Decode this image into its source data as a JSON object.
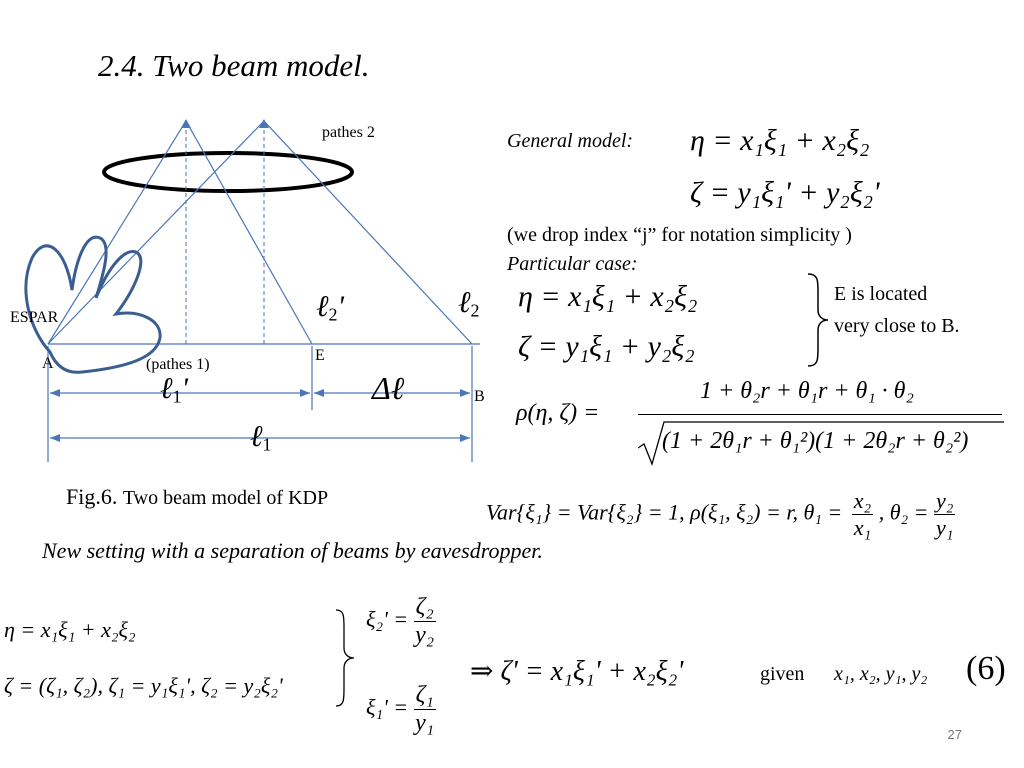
{
  "slide": {
    "title": "2.4. Two beam model.",
    "page_number": "27"
  },
  "diagram": {
    "paths2_label": "pathes 2",
    "paths1_label": "(pathes 1)",
    "espar_label": "ESPAR",
    "point_a": "A",
    "point_e": "E",
    "point_b": "B",
    "l2prime": "ℓ",
    "l2prime_sub": "2",
    "l2prime_mark": "'",
    "l2": "ℓ",
    "l2_sub": "2",
    "l1prime": "ℓ",
    "l1prime_sub": "1",
    "l1prime_mark": "'",
    "delta_l": "Δℓ",
    "l1": "ℓ",
    "l1_sub": "1"
  },
  "caption": {
    "fig_label": "Fig.6.",
    "fig_text": "Two beam model of KDP"
  },
  "model": {
    "general_label": "General model:",
    "general_eq1": "η = x₁ξ₁ + x₂ξ₂",
    "general_eq2": "ζ = y₁ξ₁' + y₂ξ₂'",
    "drop_index_note": "(we drop index “j” for notation simplicity )",
    "particular_label": "Particular case:",
    "particular_eq1": "η = x₁ξ₁ + x₂ξ₂",
    "particular_eq2": "ζ = y₁ξ₁ + y₂ξ₂",
    "e_note_line1": "E is located",
    "e_note_line2": "very close to B.",
    "rho_lhs": "ρ(η, ζ) =",
    "rho_num": "1 + θ₂r + θ₁r + θ₁ · θ₂",
    "rho_den": "(1 + 2θ₁r + θ₁²)(1 + 2θ₂r + θ₂²)",
    "var_line": "Var{ξ₁} = Var{ξ₂} = 1, ρ(ξ₁, ξ₂) = r, θ₁ =",
    "theta1_num": "x₂",
    "theta1_den": "x₁",
    "theta2_lhs": ", θ₂ =",
    "theta2_num": "y₂",
    "theta2_den": "y₁"
  },
  "new_setting": {
    "heading": "New setting with a separation of beams by eavesdropper.",
    "eq_eta": "η = x₁ξ₁ + x₂ξ₂",
    "eq_zeta": "ζ = (ζ₁, ζ₂), ζ₁ = y₁ξ₁', ζ₂ = y₂ξ₂'",
    "xi2p_lhs": "ξ₂' =",
    "xi2p_num": "ζ₂",
    "xi2p_den": "y₂",
    "xi1p_lhs": "ξ₁' =",
    "xi1p_num": "ζ₁",
    "xi1p_den": "y₁",
    "implies": "⇒ ζ' = x₁ξ₁' + x₂ξ₂'",
    "given_word": "given",
    "given_vars": "x₁, x₂, y₁, y₂",
    "eq_number": "(6)"
  }
}
